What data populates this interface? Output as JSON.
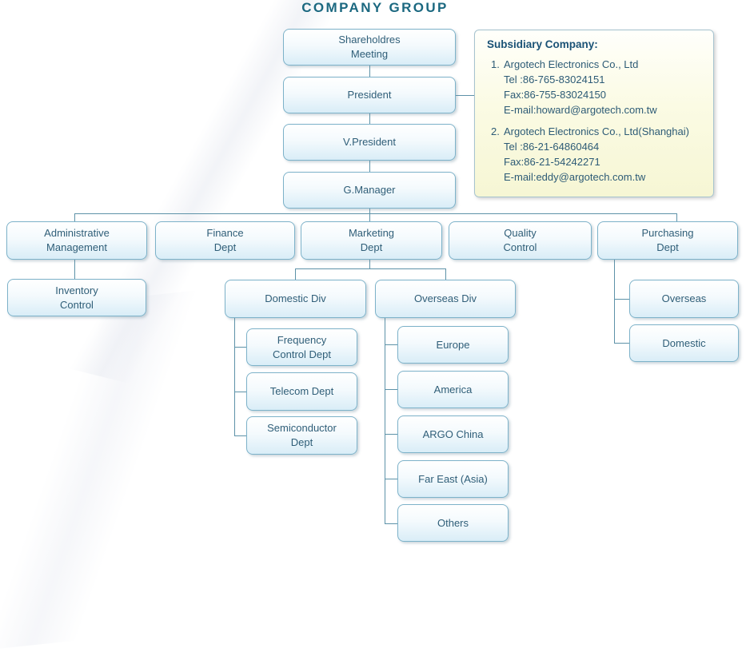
{
  "title": "COMPANY GROUP",
  "nodes": {
    "shareholders_meeting": "Shareholdres\nMeeting",
    "president": "President",
    "v_president": "V.President",
    "g_manager": "G.Manager",
    "administrative_management": "Administrative\nManagement",
    "finance_dept": "Finance\nDept",
    "marketing_dept": "Marketing\nDept",
    "quality_control": "Quality\nControl",
    "purchasing_dept": "Purchasing\nDept",
    "inventory_control": "Inventory\nControl",
    "domestic_div": "Domestic Div",
    "overseas_div": "Overseas Div",
    "frequency_control_dept": "Frequency\nControl Dept",
    "telecom_dept": "Telecom Dept",
    "semiconductor_dept": "Semiconductor\nDept",
    "europe": "Europe",
    "america": "America",
    "argo_china": "ARGO China",
    "far_east_asia": "Far East (Asia)",
    "others": "Others",
    "purchasing_overseas": "Overseas",
    "purchasing_domestic": "Domestic"
  },
  "subsidiary_panel": {
    "heading": "Subsidiary Company:",
    "companies": [
      {
        "number": "1.",
        "name": "Argotech Electronics Co., Ltd",
        "tel": "Tel :86-765-83024151",
        "fax": "Fax:86-755-83024150",
        "email": "E-mail:howard@argotech.com.tw"
      },
      {
        "number": "2.",
        "name": "Argotech Electronics Co., Ltd(Shanghai)",
        "tel": "Tel :86-21-64860464",
        "fax": "Fax:86-21-54242271",
        "email": "E-mail:eddy@argotech.com.tw"
      }
    ]
  },
  "colors": {
    "title_text": "#1b6880",
    "node_border": "#7db2c9",
    "node_fill_top": "#ffffff",
    "node_fill_bottom": "#d9edf7",
    "node_text": "#2f5e78",
    "connector": "#5d92a8",
    "panel_border": "#a6c3cf",
    "panel_fill_bottom": "#f6f6d4",
    "panel_heading_text": "#1a5276"
  }
}
